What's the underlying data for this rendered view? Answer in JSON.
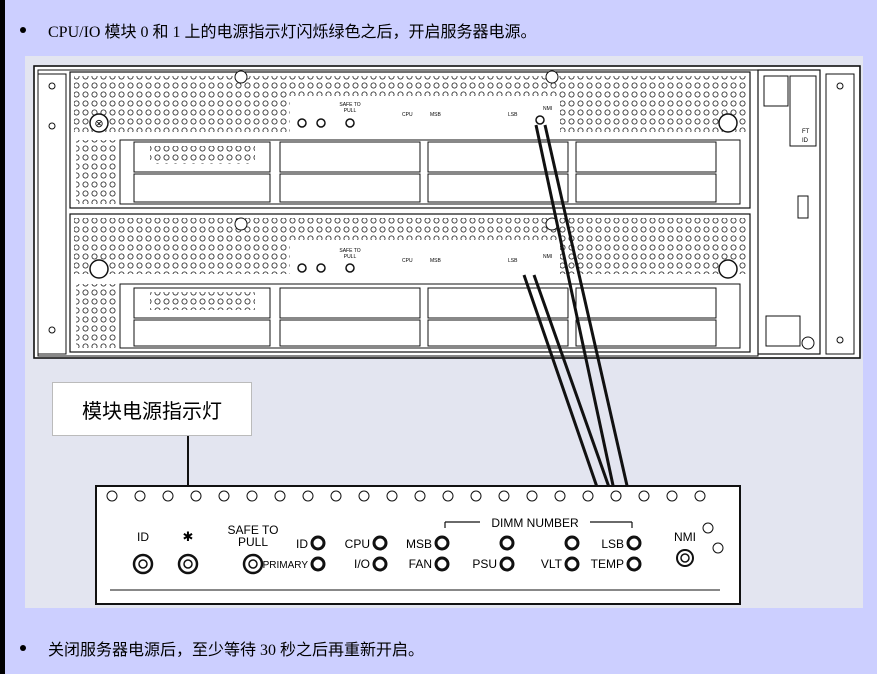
{
  "instructions": {
    "step1": "CPU/IO 模块 0 和 1 上的电源指示灯闪烁绿色之后，开启服务器电源。",
    "step2": "关闭服务器电源后，至少等待 30 秒之后再重新开启。"
  },
  "callout": {
    "label": "模块电源指示灯"
  },
  "panel_labels": {
    "id": "ID",
    "safe_to": "SAFE TO",
    "pull": "PULL",
    "id2": "ID",
    "primary": "PRIMARY",
    "cpu": "CPU",
    "io": "I/O",
    "msb": "MSB",
    "fan": "FAN",
    "dimm_number": "DIMM NUMBER",
    "psu": "PSU",
    "vlt": "VLT",
    "lsb": "LSB",
    "temp": "TEMP",
    "nmi": "NMI"
  },
  "side_panel": {
    "ft": "FT",
    "id": "ID"
  }
}
